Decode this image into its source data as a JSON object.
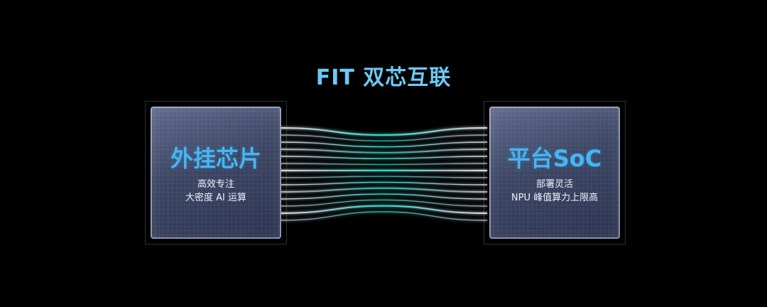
{
  "title": "FIT 双芯互联",
  "left_chip": {
    "name": "外挂芯片",
    "line1": "高效专注",
    "line2": "大密度 AI 运算"
  },
  "right_chip": {
    "name": "平台SoC",
    "line1": "部署灵活",
    "line2": "NPU 峰值算力上限高"
  },
  "colors": {
    "accent": "#45b6f2",
    "title": "#6cc9f5",
    "beam": "#2ee0cf",
    "background": "#000000"
  }
}
